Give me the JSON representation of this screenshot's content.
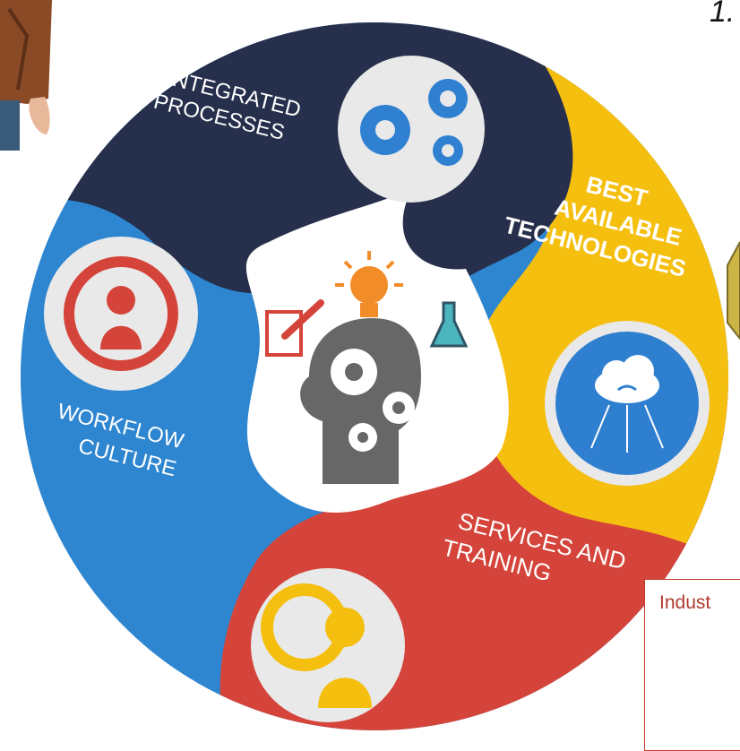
{
  "corner_number": "1.",
  "segments": {
    "integrated_processes": {
      "lines": [
        "INTEGRATED",
        "PROCESSES"
      ],
      "color": "#262f4b"
    },
    "best_available_technologies": {
      "lines": [
        "BEST",
        "AVAILABLE",
        "TECHNOLOGIES"
      ],
      "color": "#f5bf10"
    },
    "services_and_training": {
      "lines": [
        "SERVICES AND",
        "TRAINING"
      ],
      "color": "#d5443a"
    },
    "workflow_culture": {
      "lines": [
        "WORKFLOW",
        "CULTURE"
      ],
      "color": "#2e86d0"
    }
  },
  "center": {
    "color": "#ffffff",
    "head_color": "#676767"
  },
  "info_box": {
    "text": "Indust"
  },
  "icons": [
    "gears-icon",
    "cloud-network-icon",
    "support-agent-gear-icon",
    "user-cycle-icon",
    "lightbulb-icon",
    "pen-paper-icon",
    "flask-icon",
    "head-gears-icon",
    "lantern-icon"
  ]
}
